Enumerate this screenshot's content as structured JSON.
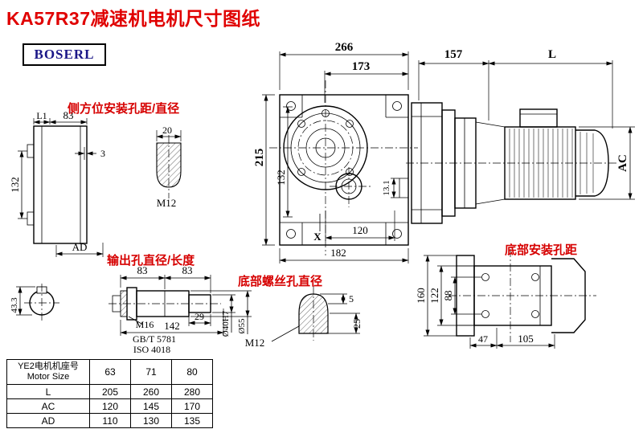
{
  "title": "KA57R37减速机电机尺寸图纸",
  "logo": "BOSERL",
  "labels": {
    "side_mount": "侧方位安装孔距/直径",
    "output_hole": "输出孔直径/长度",
    "bottom_screw": "底部螺丝孔直径",
    "bottom_mount": "底部安装孔距"
  },
  "views": {
    "front": {
      "total_width": "266",
      "flange_width": "173",
      "total_height": "215",
      "vert_132": "132",
      "hole_pitch_120": "120",
      "base_width_182": "182",
      "notch_131": "13.1",
      "x_mark": "X"
    },
    "side_assembly": {
      "len_157": "157",
      "len_L": "L",
      "height_AC": "AC"
    },
    "left_view": {
      "l1": "L1",
      "w_83": "83",
      "step_3": "3",
      "bolt_w_20": "20",
      "thread": "M12",
      "pitch_132": "132",
      "ad": "AD"
    },
    "output_shaft": {
      "len_83a": "83",
      "len_83b": "83",
      "thread": "M16",
      "std_gb": "GB/T 5781",
      "std_iso": "ISO 4018",
      "len_29": "29",
      "len_142": "142",
      "dia_40": "Ø40H7",
      "dia_55": "Ø55",
      "key_433": "43.3"
    },
    "bottom_screw": {
      "thread": "M12",
      "dim_5": "5",
      "depth_25": "25"
    },
    "bottom_view": {
      "h_160": "160",
      "h_122": "122",
      "pitch_88": "88",
      "w_47": "47",
      "w_105": "105"
    }
  },
  "table": {
    "header_line1": "YE2电机机座号",
    "header_line2": "Motor Size",
    "col_headers": [
      "63",
      "71",
      "80"
    ],
    "rows": [
      {
        "label": "L",
        "values": [
          "205",
          "260",
          "280"
        ]
      },
      {
        "label": "AC",
        "values": [
          "120",
          "145",
          "170"
        ]
      },
      {
        "label": "AD",
        "values": [
          "110",
          "130",
          "135"
        ]
      }
    ]
  }
}
